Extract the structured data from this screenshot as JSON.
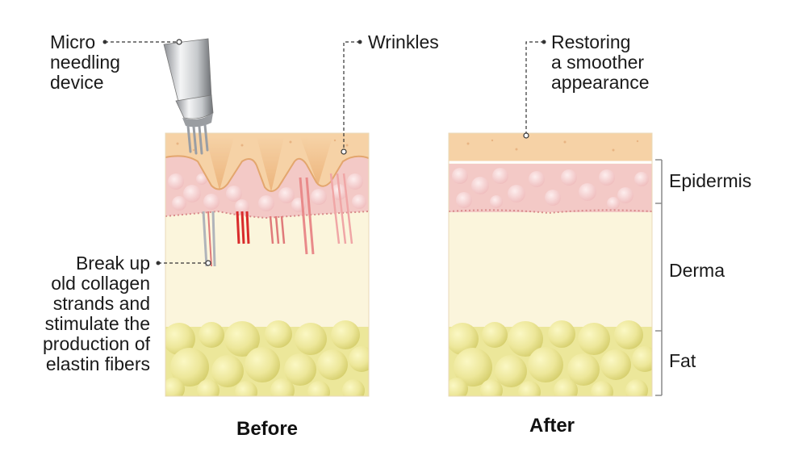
{
  "labels": {
    "micro_needling": [
      "Micro",
      "needling",
      "device"
    ],
    "wrinkles": "Wrinkles",
    "restoring": [
      "Restoring",
      "a smoother",
      "appearance"
    ],
    "break_up": [
      "Break up",
      "old collagen",
      "strands and",
      "stimulate the",
      "production of",
      "elastin fibers"
    ],
    "epidermis": "Epidermis",
    "derma": "Derma",
    "fat": "Fat"
  },
  "captions": {
    "before": "Before",
    "after": "After"
  },
  "colors": {
    "skin_top": "#f6d2a6",
    "epidermis_pink": "#f3c9c6",
    "derma_cream": "#fbf5dc",
    "fat_yellow": "#ece79a",
    "needle_red": "#d92b2b"
  }
}
